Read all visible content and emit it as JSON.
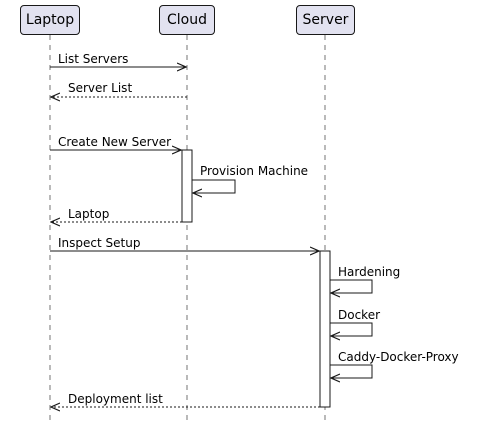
{
  "participants": [
    {
      "id": "laptop",
      "label": "Laptop"
    },
    {
      "id": "cloud",
      "label": "Cloud"
    },
    {
      "id": "server",
      "label": "Server"
    }
  ],
  "messages": [
    {
      "from": "laptop",
      "to": "cloud",
      "label": "List Servers",
      "style": "solid"
    },
    {
      "from": "cloud",
      "to": "laptop",
      "label": "Server List",
      "style": "dashed"
    },
    {
      "from": "laptop",
      "to": "cloud",
      "label": "Create New Server",
      "style": "solid"
    },
    {
      "from": "cloud",
      "to": "cloud",
      "label": "Provision Machine",
      "style": "solid"
    },
    {
      "from": "cloud",
      "to": "laptop",
      "label": "Laptop",
      "style": "dashed"
    },
    {
      "from": "laptop",
      "to": "server",
      "label": "Inspect Setup",
      "style": "solid"
    },
    {
      "from": "server",
      "to": "server",
      "label": "Hardening",
      "style": "solid"
    },
    {
      "from": "server",
      "to": "server",
      "label": "Docker",
      "style": "solid"
    },
    {
      "from": "server",
      "to": "server",
      "label": "Caddy-Docker-Proxy",
      "style": "solid"
    },
    {
      "from": "server",
      "to": "laptop",
      "label": "Deployment list",
      "style": "dashed"
    }
  ],
  "colors": {
    "participant_fill": "#e2e2f0",
    "line": "#181818",
    "lifeline": "#181818",
    "activation_fill": "#ffffff"
  }
}
